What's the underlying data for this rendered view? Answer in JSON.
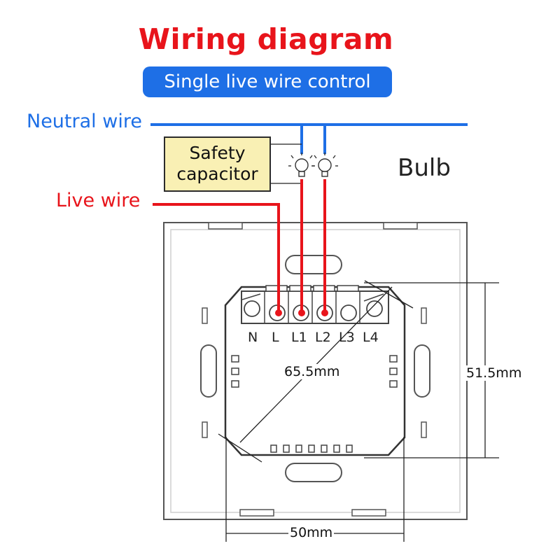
{
  "title": "Wiring diagram",
  "subtitle": "Single live wire control",
  "labels": {
    "neutral_wire": "Neutral wire",
    "live_wire": "Live wire",
    "bulb": "Bulb",
    "safety_capacitor_line1": "Safety",
    "safety_capacitor_line2": "capacitor"
  },
  "terminals": [
    "N",
    "L",
    "L1",
    "L2",
    "L3",
    "L4"
  ],
  "dimensions": {
    "diagonal": "65.5mm",
    "height": "51.5mm",
    "width": "50mm"
  },
  "colors": {
    "title": "#e8141b",
    "neutral": "#1e6fe6",
    "live": "#e8141b",
    "pill": "#1e6fe6",
    "capacitor_fill": "#f9f0b4"
  }
}
